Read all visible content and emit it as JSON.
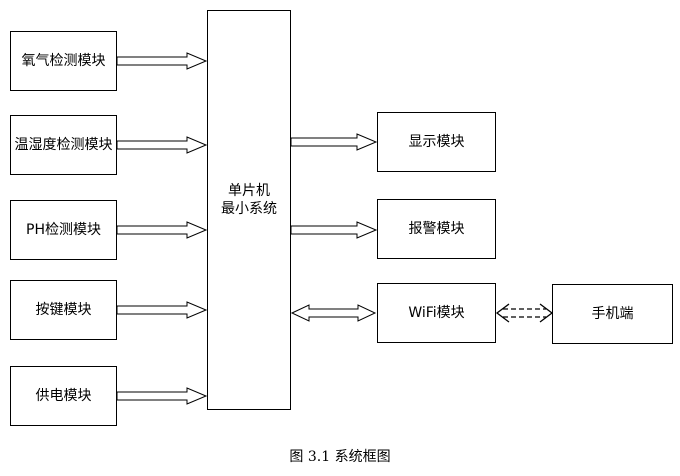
{
  "input_modules": [
    {
      "label": "氧气检测模块"
    },
    {
      "label": "温湿度检测模块"
    },
    {
      "label": "PH检测模块"
    },
    {
      "label": "按键模块"
    },
    {
      "label": "供电模块"
    }
  ],
  "mcu": {
    "line1": "单片机",
    "line2": "最小系统"
  },
  "output_modules": [
    {
      "label": "显示模块"
    },
    {
      "label": "报警模块"
    },
    {
      "label": "WiFi模块"
    }
  ],
  "phone": {
    "label": "手机端"
  },
  "caption": "图 3.1 系统框图"
}
